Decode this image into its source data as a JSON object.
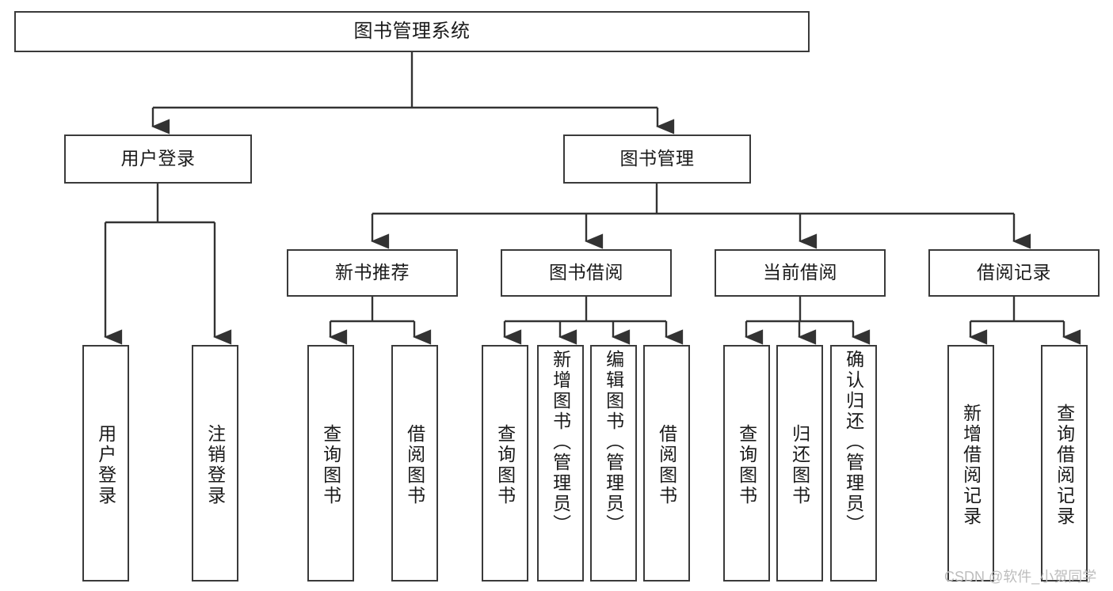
{
  "diagram": {
    "type": "tree",
    "title": "图书管理系统",
    "style": {
      "background": "#ffffff",
      "box_border": "#3a3a3a",
      "box_fill": "#ffffff",
      "line": "#333333",
      "text": "#1a1a1a",
      "watermark": "#bdbdbd"
    },
    "levels": {
      "root": {
        "label": "图书管理系统"
      },
      "level2": [
        {
          "label": "用户登录"
        },
        {
          "label": "图书管理"
        }
      ],
      "level3": [
        {
          "label": "新书推荐"
        },
        {
          "label": "图书借阅"
        },
        {
          "label": "当前借阅"
        },
        {
          "label": "借阅记录"
        }
      ],
      "leaves": {
        "user_login": [
          {
            "label": "用户登录"
          },
          {
            "label": "注销登录"
          }
        ],
        "new_book": [
          {
            "label": "查询图书"
          },
          {
            "label": "借阅图书"
          }
        ],
        "book_borrow": [
          {
            "label": "查询图书"
          },
          {
            "label": "新增图书（管理员）"
          },
          {
            "label": "编辑图书（管理员）"
          },
          {
            "label": "借阅图书"
          }
        ],
        "current_borrow": [
          {
            "label": "查询图书"
          },
          {
            "label": "归还图书"
          },
          {
            "label": "确认归还（管理员）"
          }
        ],
        "borrow_record": [
          {
            "label": "新增借阅记录"
          },
          {
            "label": "查询借阅记录"
          }
        ]
      }
    }
  },
  "watermark": {
    "text": "CSDN @软件_小贺同学"
  }
}
